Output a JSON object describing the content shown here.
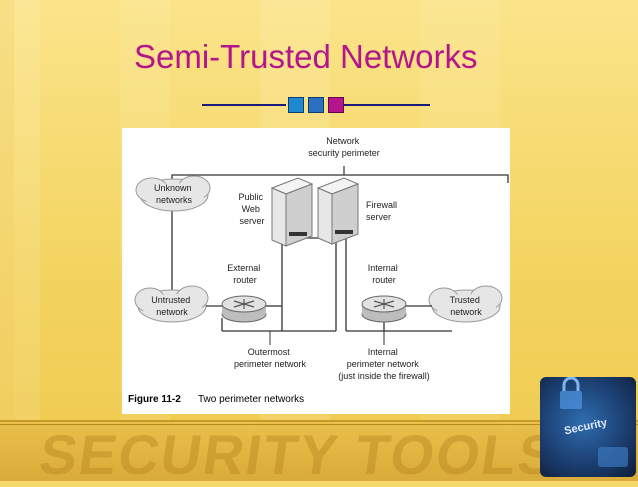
{
  "slide": {
    "title": "Semi-Trusted Networks",
    "title_color": "#b4148c",
    "footer_watermark": "SECURITY TOOLS",
    "badge_label": "Security"
  },
  "diagram": {
    "labels": {
      "network_security_perimeter": [
        "Network",
        "security perimeter"
      ],
      "unknown_networks": [
        "Unknown",
        "networks"
      ],
      "public_web_server": [
        "Public",
        "Web",
        "server"
      ],
      "firewall_server": [
        "Firewall",
        "server"
      ],
      "external_router": [
        "External",
        "router"
      ],
      "internal_router": [
        "Internal",
        "router"
      ],
      "untrusted_network": [
        "Untrusted",
        "network"
      ],
      "trusted_network": [
        "Trusted",
        "network"
      ],
      "outermost_perimeter": [
        "Outermost",
        "perimeter network"
      ],
      "internal_perimeter": [
        "Internal",
        "perimeter network",
        "(just inside the firewall)"
      ]
    },
    "caption": {
      "number": "Figure 11-2",
      "text": "Two perimeter networks"
    }
  },
  "colors": {
    "divider": "#1a1a7a",
    "square_1": "#1e88d0",
    "square_2": "#2a6fc0",
    "square_3": "#b4148c"
  }
}
